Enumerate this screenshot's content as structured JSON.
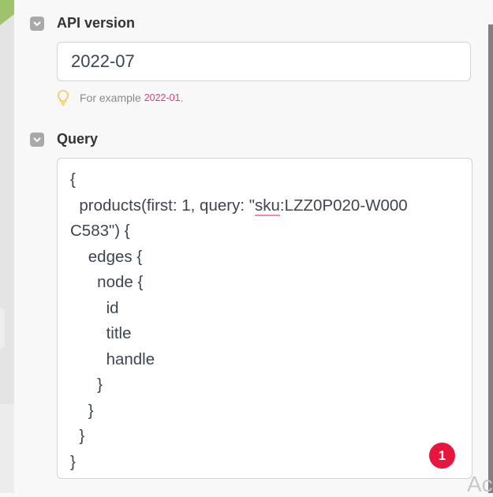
{
  "api_version": {
    "label": "API version",
    "value": "2022-07",
    "hint_prefix": "For example ",
    "hint_example": "2022-01",
    "hint_suffix": "."
  },
  "query": {
    "label": "Query",
    "lines": [
      {
        "text": "{"
      },
      {
        "pre": "  products(first: 1, query: \"",
        "sku": "sku",
        "post": ":LZZ0P020-W000"
      },
      {
        "text": "C583\") {"
      },
      {
        "text": "    edges {"
      },
      {
        "text": "      node {"
      },
      {
        "text": "        id"
      },
      {
        "text": "        title"
      },
      {
        "text": "        handle"
      },
      {
        "text": "      }"
      },
      {
        "text": "    }"
      },
      {
        "text": "  }"
      },
      {
        "text": "}"
      }
    ]
  },
  "badge": {
    "count": "1"
  },
  "ghost_text": "Ac"
}
